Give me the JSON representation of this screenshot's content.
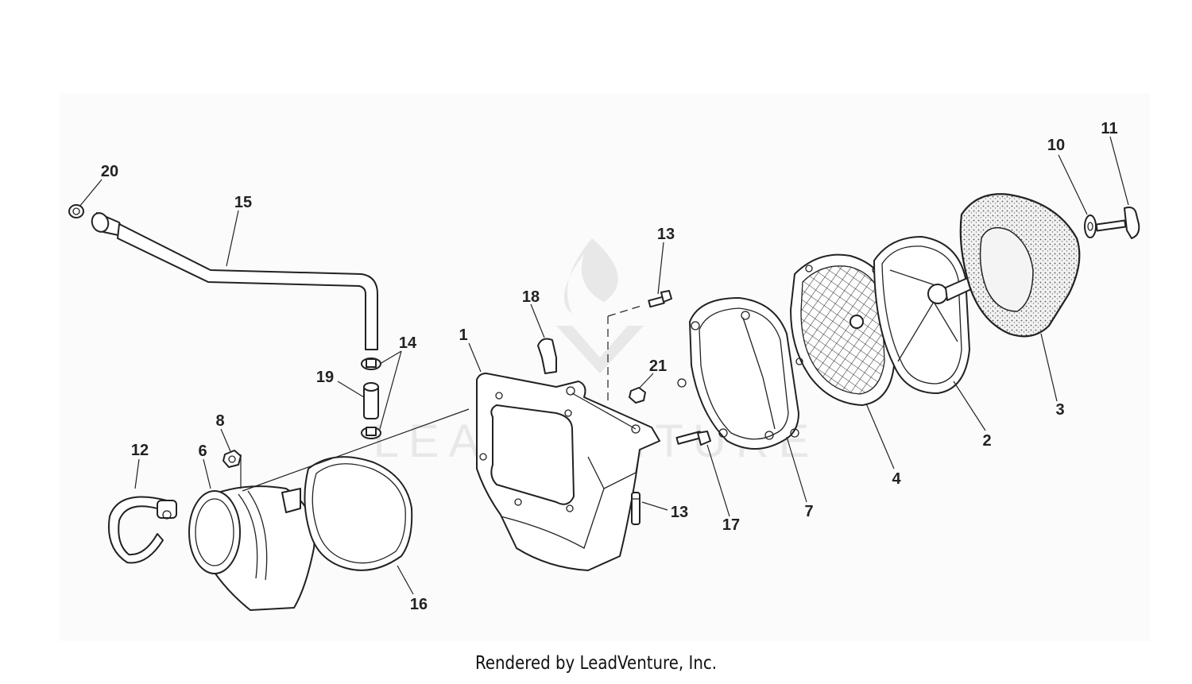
{
  "diagram": {
    "watermark": "LEADVENTURE",
    "callouts": [
      "1",
      "2",
      "3",
      "4",
      "6",
      "7",
      "8",
      "10",
      "11",
      "12",
      "13",
      "13",
      "14",
      "15",
      "16",
      "17",
      "18",
      "19",
      "20",
      "21"
    ]
  },
  "footer": {
    "text": "Rendered by LeadVenture, Inc."
  }
}
